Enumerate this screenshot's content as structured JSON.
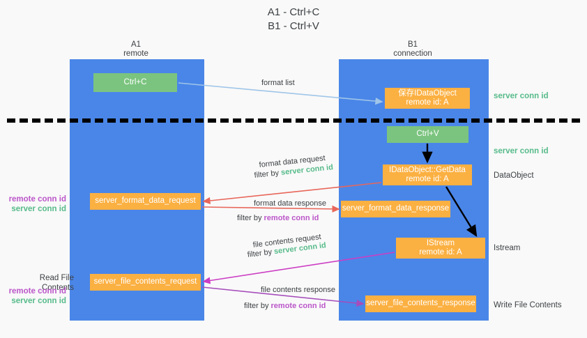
{
  "title": {
    "line1": "A1 - Ctrl+C",
    "line2": "B1 - Ctrl+V"
  },
  "columns": [
    {
      "id": "a1",
      "name": "A1",
      "subtitle": "remote"
    },
    {
      "id": "b1",
      "name": "B1",
      "subtitle": "connection"
    }
  ],
  "colors": {
    "lane": "#4a86e8",
    "green_box": "#7bc47f",
    "orange_box": "#fbb042",
    "server_conn": "#57bb8a",
    "remote_conn": "#bb56c9",
    "arrow_blue": "#9fc5e8",
    "arrow_red": "#e8665a",
    "arrow_magenta": "#cc3ec4",
    "arrow_purple": "#a64dbb",
    "arrow_black": "#000000",
    "background": "#f9f9f9",
    "text": "#3c4043"
  },
  "boxes": {
    "ctrl_c": {
      "line1": "Ctrl+C"
    },
    "idataobject": {
      "line1": "保存IDataObject",
      "line2": "remote id: A"
    },
    "ctrl_v": {
      "line1": "Ctrl+V"
    },
    "getdata": {
      "line1": "IDataObject::GetData",
      "line2": "remote id: A"
    },
    "server_format_data_request": {
      "line1": "server_format_data_request"
    },
    "server_format_data_response": {
      "line1": "server_format_data_response"
    },
    "istream": {
      "line1": "IStream",
      "line2": "remote id: A"
    },
    "server_file_contents_request": {
      "line1": "server_file_contents_request"
    },
    "server_file_contents_response": {
      "line1": "server_file_contents_response"
    }
  },
  "side_labels": {
    "server_conn_id_1": "server conn id",
    "server_conn_id_2": "server conn id",
    "dataobject": "DataObject",
    "istream": "Istream",
    "write_file_contents": "Write File Contents",
    "read_file_contents": "Read File Contents",
    "remote_conn_id": "remote conn id",
    "server_conn_id": "server conn id"
  },
  "annotations": {
    "format_list": "format list",
    "format_data_request": "format data request",
    "filter_by_label": "filter by",
    "format_data_response": "format data response",
    "file_contents_request": "file contents request",
    "file_contents_response": "file contents response",
    "server_conn_id": "server conn id",
    "remote_conn_id": "remote conn id"
  }
}
